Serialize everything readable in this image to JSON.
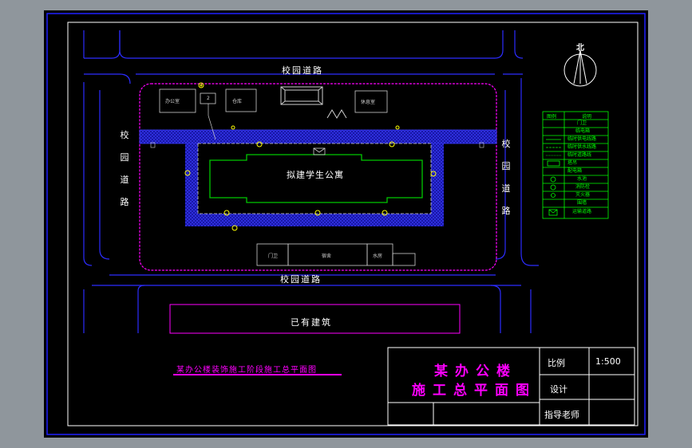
{
  "roads": {
    "top": "校园道路",
    "bottom": "校园道路",
    "left": "校园道路",
    "right": "校园道路"
  },
  "site": {
    "main_building": "拟建学生公寓",
    "existing_building": "已有建筑",
    "labels": {
      "office": "办公室",
      "gate_box": "2",
      "warehouse1": "仓库",
      "warehouse2": "休息室",
      "bottom_left": "门卫",
      "bottom_mid": "宿舍",
      "bottom_right": "水房"
    }
  },
  "drawing_caption": "某办公楼装饰施工阶段施工总平面图",
  "title_block": {
    "title_line1": "某办公楼",
    "title_line2": "施工总平面图",
    "scale_label": "比例",
    "scale_value": "1:500",
    "design_label": "设计",
    "advisor_label": "指导老师"
  },
  "north_label": "北",
  "legend": {
    "header_symbol": "图例",
    "header_desc": "说明",
    "rows": [
      "门卫",
      "临电箱",
      "临时供电线路",
      "临时供水线路",
      "临时道路线",
      "塔吊",
      "配电箱",
      "水池",
      "消防栓",
      "灭火器",
      "围墙",
      "运输道路"
    ]
  },
  "colors": {
    "background": "#000000",
    "road_lines": "#2c2cff",
    "fence": "#ff00ff",
    "building": "#00c800",
    "legend": "#00ff00",
    "title": "#ff00ff",
    "frame": "#2020ff"
  }
}
